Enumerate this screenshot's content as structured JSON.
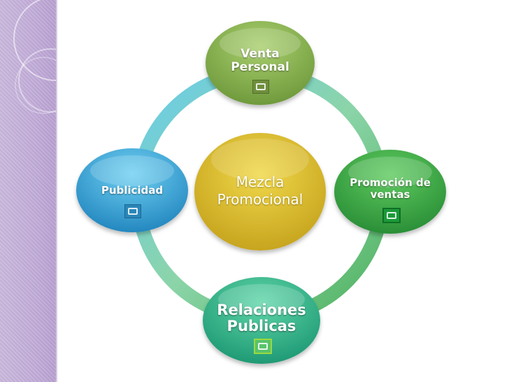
{
  "center": {
    "label": "Mezcla Promocional"
  },
  "nodes": {
    "top": {
      "label": "Venta Personal",
      "color": "#86b04e"
    },
    "right": {
      "label": "Promoción de ventas",
      "color": "#3aa84a"
    },
    "bottom": {
      "label": "Relaciones Publicas",
      "color": "#2db38a"
    },
    "left": {
      "label": "Publicidad",
      "color": "#3aa9db"
    }
  },
  "colors": {
    "center": "#d9b92c",
    "sidebar": "#c1abd8"
  }
}
